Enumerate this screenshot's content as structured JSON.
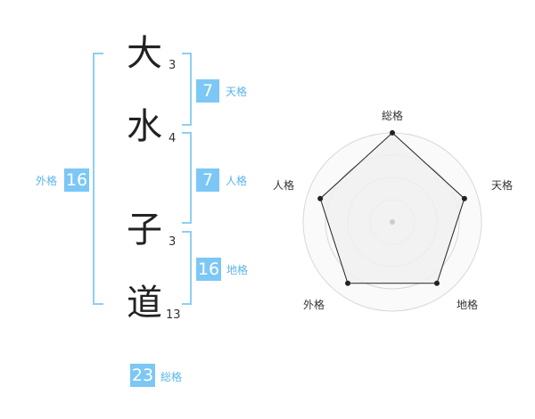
{
  "name": {
    "chars": [
      {
        "char": "大",
        "strokes": "3"
      },
      {
        "char": "水",
        "strokes": "4"
      },
      {
        "char": "子",
        "strokes": "3"
      },
      {
        "char": "道",
        "strokes": "13"
      }
    ]
  },
  "kakaku": {
    "tenkaku": {
      "value": "7",
      "label": "天格"
    },
    "jinkaku": {
      "value": "7",
      "label": "人格"
    },
    "chikaku": {
      "value": "16",
      "label": "地格"
    },
    "gaikaku": {
      "value": "16",
      "label": "外格"
    },
    "soukaku": {
      "value": "23",
      "label": "総格"
    }
  },
  "chart_data": {
    "type": "radar",
    "axes": [
      "総格",
      "天格",
      "地格",
      "外格",
      "人格"
    ],
    "values": [
      1.0,
      0.85,
      0.85,
      0.85,
      0.85
    ],
    "rings": 4,
    "colors": {
      "fill": "#f0f0f0",
      "line": "#222222",
      "grid": "#d8d8d8"
    }
  }
}
